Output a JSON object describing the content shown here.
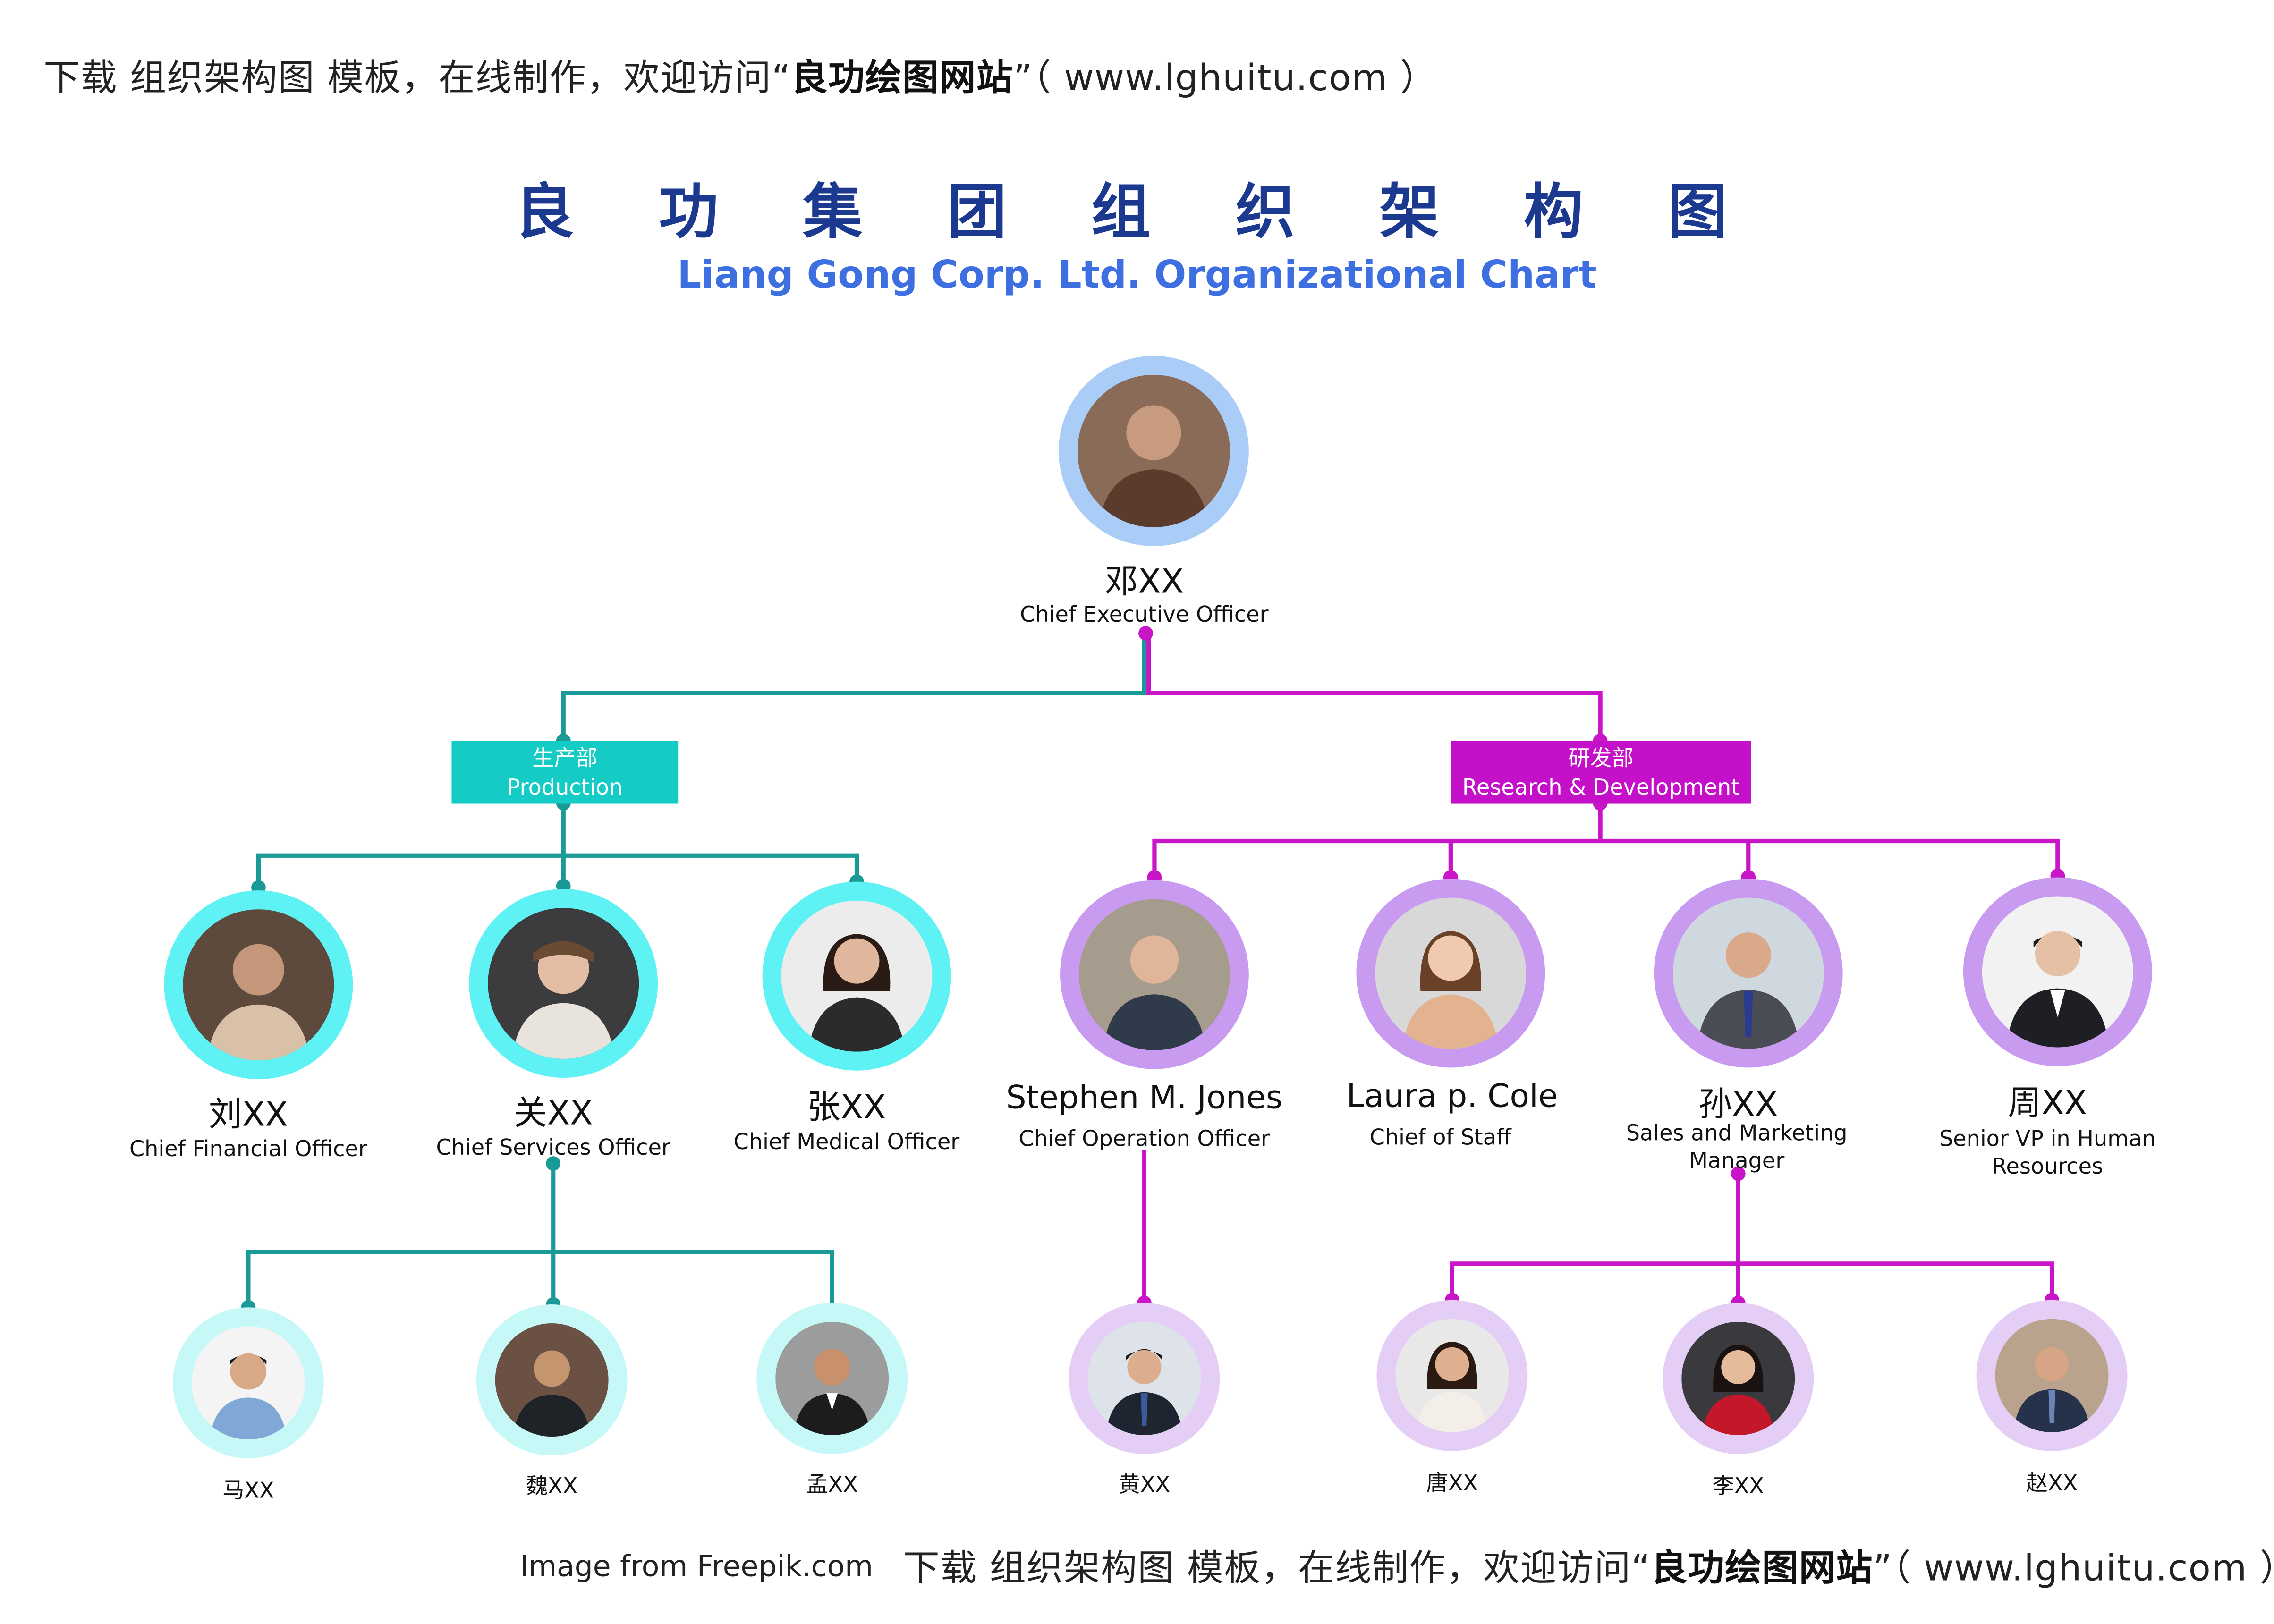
{
  "banner": {
    "prefix": "下载 组织架构图 模板，在线制作，欢迎访问“",
    "site": "良功绘图网站",
    "suffix": "”（ www.lghuitu.com ）"
  },
  "title_cn": "良 功 集 团 组 织 架 构 图",
  "title_en": "Liang Gong Corp. Ltd. Organizational Chart",
  "colors": {
    "title_cn": "#1b3a8f",
    "title_en": "#3d6fe0",
    "teal_line": "#1a9a96",
    "magenta_line": "#c815c8",
    "production_box": "#14cbc6",
    "rnd_box": "#c510c9",
    "ceo_ring": "#a9cdf7",
    "teal_ring": "#5ef2f4",
    "teal_ring_light": "#c6f8f8",
    "purple_ring": "#c89af0",
    "purple_ring_light": "#e4cef6"
  },
  "ceo": {
    "name": "邓XX",
    "role": "Chief Executive Officer",
    "icon": "person-avatar"
  },
  "departments": [
    {
      "id": "production",
      "label_cn": "生产部",
      "label_en": "Production"
    },
    {
      "id": "rnd",
      "label_cn": "研发部",
      "label_en": "Research & Development"
    }
  ],
  "production_staff": [
    {
      "name": "刘XX",
      "role": "Chief Financial Officer"
    },
    {
      "name": "关XX",
      "role": "Chief Services Officer"
    },
    {
      "name": "张XX",
      "role": "Chief Medical Officer"
    }
  ],
  "rnd_staff": [
    {
      "name": "Stephen M. Jones",
      "role": "Chief Operation Officer"
    },
    {
      "name": "Laura p. Cole",
      "role": "Chief of Staff"
    },
    {
      "name": "孙XX",
      "role": "Sales and Marketing Manager"
    },
    {
      "name": "周XX",
      "role": "Senior VP in Human Resources"
    }
  ],
  "services_reports": [
    {
      "name": "马XX"
    },
    {
      "name": "魏XX"
    },
    {
      "name": "孟XX"
    }
  ],
  "operation_reports": [
    {
      "name": "黄XX"
    }
  ],
  "sales_reports": [
    {
      "name": "唐XX"
    },
    {
      "name": "李XX"
    },
    {
      "name": "赵XX"
    }
  ],
  "credit": "Image from Freepik.com"
}
